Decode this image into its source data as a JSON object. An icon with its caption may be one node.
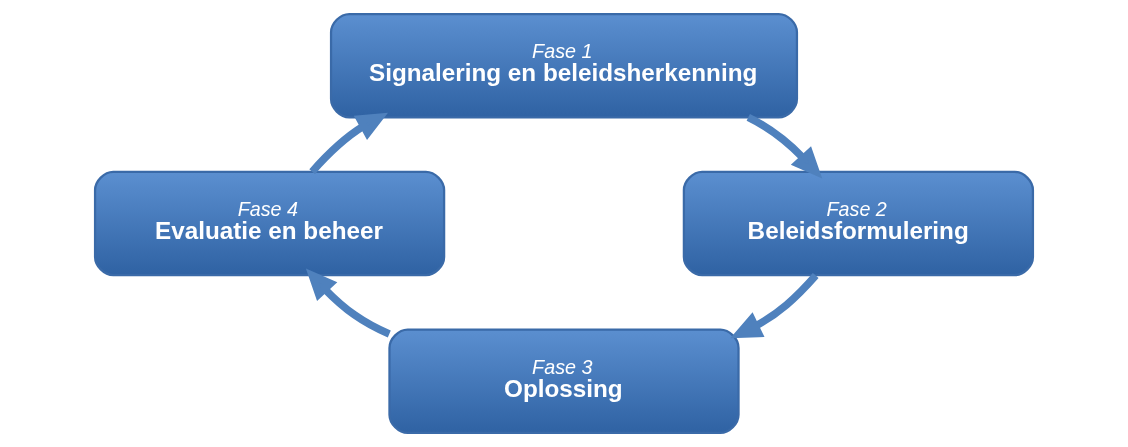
{
  "diagram": {
    "nodes": [
      {
        "text": [
          "Fase 1",
          "Signalering en beleidsherkenning"
        ]
      },
      {
        "text": [
          "Fase 2",
          "Beleidsformulering"
        ]
      },
      {
        "text": [
          "Fase 3",
          "Oplossing"
        ]
      },
      {
        "text": [
          "Fase 4",
          "Evaluatie en beheer"
        ]
      }
    ],
    "edges": [
      {
        "from": 0,
        "to": 1,
        "arrow": "to"
      },
      {
        "from": 1,
        "to": 2,
        "arrow": "to"
      },
      {
        "from": 2,
        "to": 3,
        "arrow": "to"
      },
      {
        "from": 3,
        "to": 0,
        "arrow": "to"
      }
    ]
  }
}
